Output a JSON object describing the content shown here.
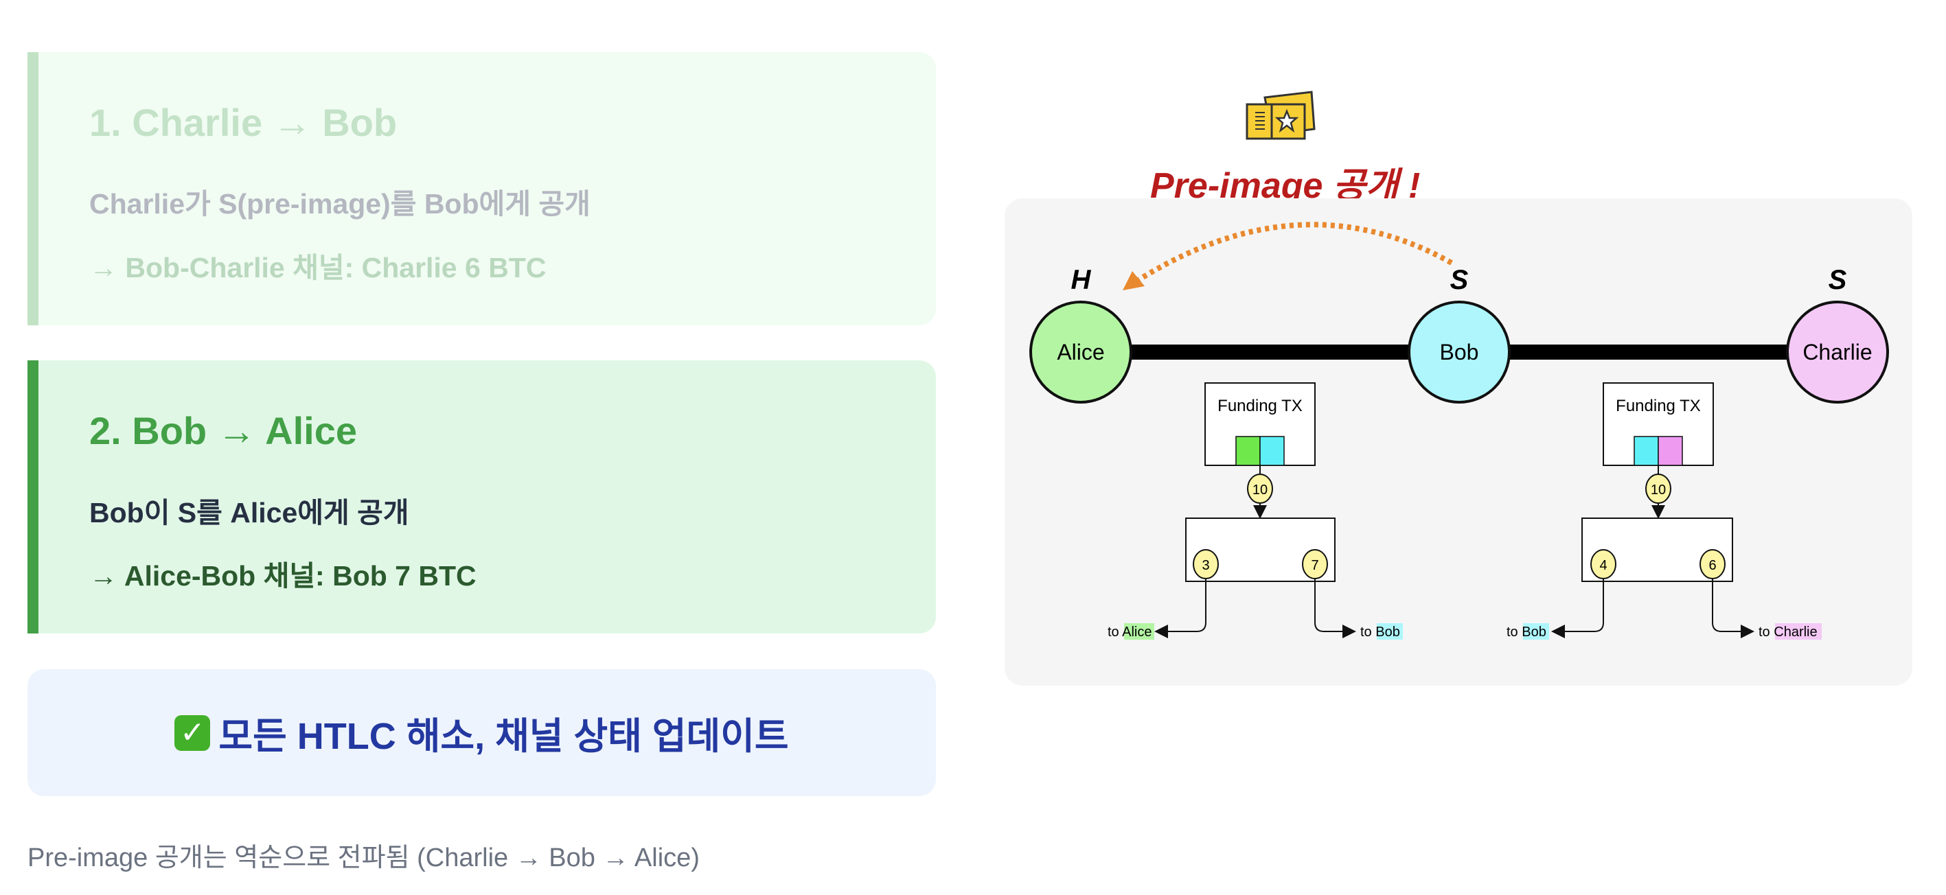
{
  "steps": [
    {
      "title": "1. Charlie → Bob",
      "line1": "Charlie가 S(pre-image)를 Bob에게 공개",
      "line2": "→ Bob-Charlie 채널: Charlie 6 BTC"
    },
    {
      "title": "2. Bob → Alice",
      "line1": "Bob이 S를 Alice에게 공개",
      "line2": "→ Alice-Bob 채널: Bob 7 BTC"
    }
  ],
  "result": {
    "icon": "✓",
    "text": "모든 HTLC 해소, 채널 상태 업데이트"
  },
  "footer": "Pre-image 공개는 역순으로 전파됨 (Charlie → Bob → Alice)",
  "diagram": {
    "headline": "Pre-image 공개 !",
    "nodes": [
      {
        "name": "Alice",
        "mark": "H",
        "color": "#b3f5a3"
      },
      {
        "name": "Bob",
        "mark": "S",
        "color": "#aef6fb"
      },
      {
        "name": "Charlie",
        "mark": "S",
        "color": "#f4c9f6"
      }
    ],
    "channels": [
      {
        "funding_label": "Funding TX",
        "capacity": "10",
        "left_amount": "3",
        "right_amount": "7",
        "left_to": "to",
        "left_name": "Alice",
        "right_to": "to",
        "right_name": "Bob"
      },
      {
        "funding_label": "Funding TX",
        "capacity": "10",
        "left_amount": "4",
        "right_amount": "6",
        "left_to": "to",
        "left_name": "Bob",
        "right_to": "to",
        "right_name": "Charlie"
      }
    ]
  }
}
